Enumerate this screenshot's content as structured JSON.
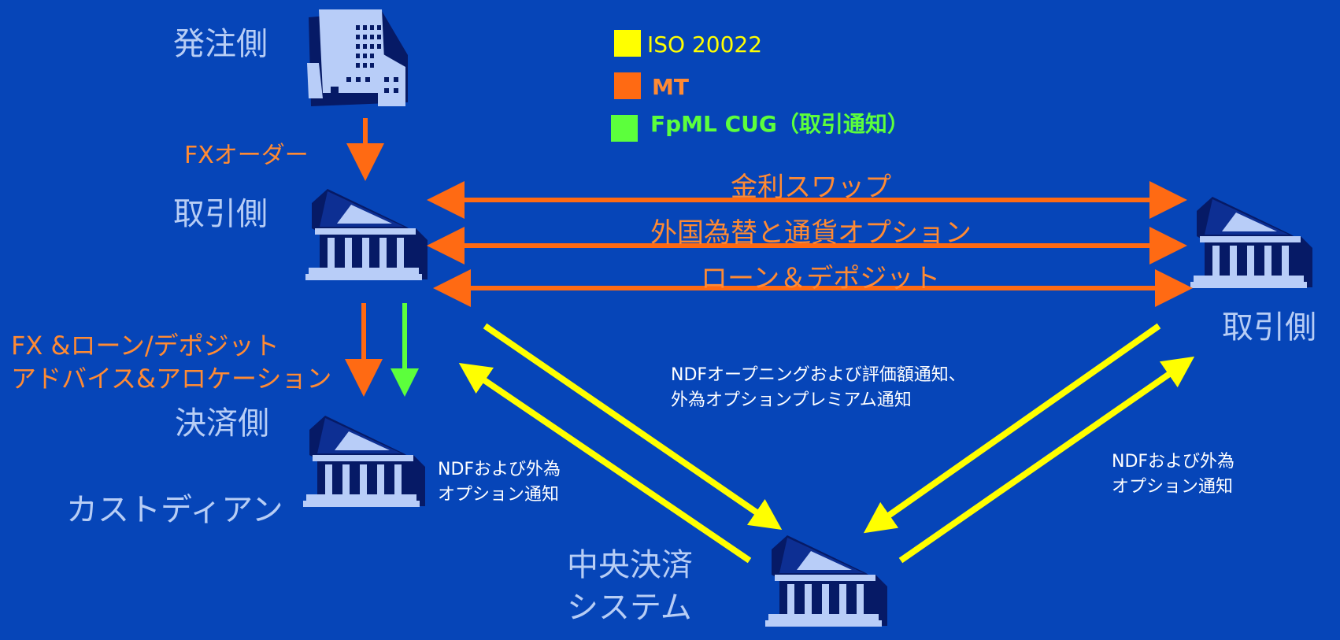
{
  "colors": {
    "background": "#0645b8",
    "iso": "#ffff00",
    "mt": "#ff6a13",
    "fpml": "#5cff3c",
    "node_label": "#b7cdf5",
    "orange_label": "#ff8a33",
    "building": "#b8cdf8",
    "building_shadow": "#061a66"
  },
  "legend": {
    "iso": "ISO 20022",
    "mt": "MT",
    "fpml": "FpML CUG（取引通知）"
  },
  "nodes": {
    "orderer": "発注側",
    "trading_left": "取引側",
    "settlement": "決済側",
    "custodian": "カストディアン",
    "central_line1": "中央決済",
    "central_line2": "システム",
    "trading_right": "取引側"
  },
  "flows": {
    "fx_order": "FXオーダー",
    "irs": "金利スワップ",
    "fx_options": "外国為替と通貨オプション",
    "loans": "ローン＆デポジット",
    "advice_line1": "FX &ローン/デポジット",
    "advice_line2": "アドバイス&アロケーション",
    "ndf_opening_line1": "NDFオープニングおよび評価額通知、",
    "ndf_opening_line2": "外為オプションプレミアム通知",
    "ndf_left_line1": "NDFおよび外為",
    "ndf_left_line2": "オプション通知",
    "ndf_right_line1": "NDFおよび外為",
    "ndf_right_line2": "オプション通知"
  }
}
